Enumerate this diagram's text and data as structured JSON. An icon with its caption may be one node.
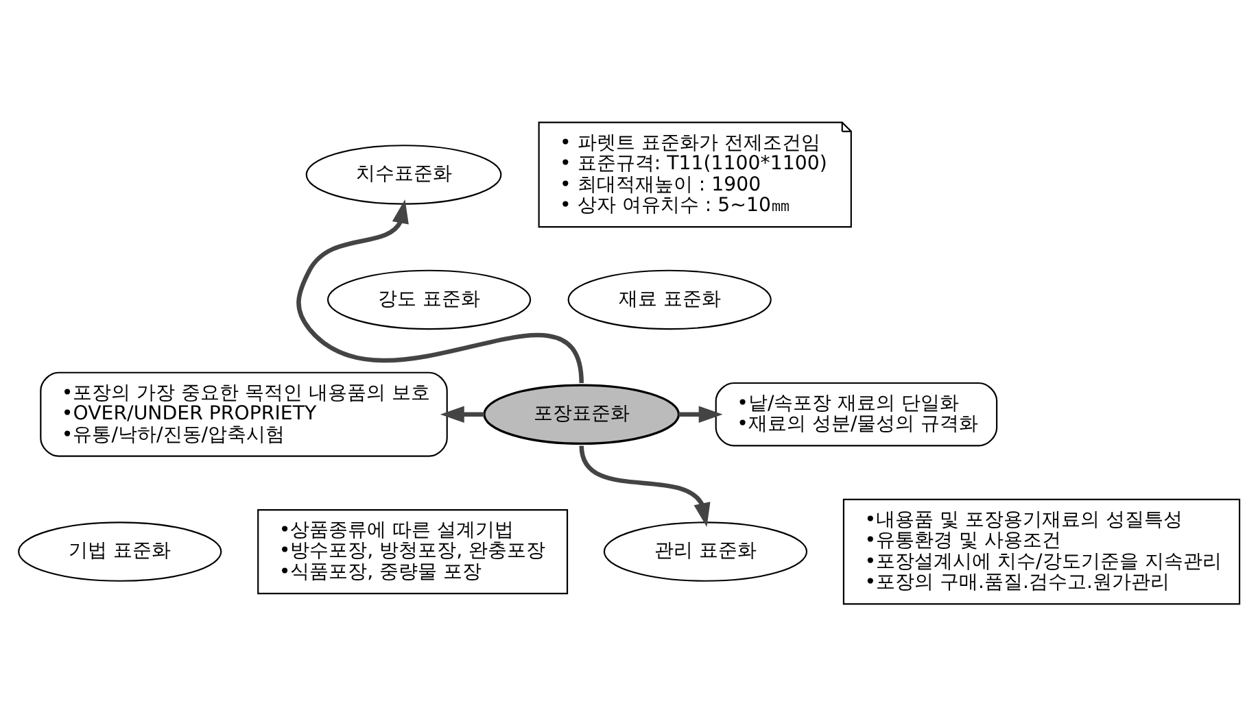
{
  "diagram": {
    "nodes": [
      {
        "text": [
          "포장표준화"
        ]
      },
      {
        "text": [
          "치수표준화"
        ]
      },
      {
        "text": [
          "• 파렛트 표준화가 전제조건임",
          "• 표준규격: T11(1100*1100)",
          "• 최대적재높이 : 1900",
          "• 상자 여유치수 : 5~10㎜"
        ]
      },
      {
        "text": [
          "강도 표준화"
        ]
      },
      {
        "text": [
          "•포장의 가장 중요한 목적인 내용품의 보호",
          "•OVER/UNDER PROPRIETY",
          "•유통/낙하/진동/압축시험"
        ]
      },
      {
        "text": [
          "재료 표준화"
        ]
      },
      {
        "text": [
          "•낱/속포장 재료의 단일화",
          "•재료의 성분/물성의 규격화"
        ]
      },
      {
        "text": [
          "관리 표준화"
        ]
      },
      {
        "text": [
          "•내용품 및 포장용기재료의 성질특성",
          "•유통환경 및 사용조건",
          "•포장설계시에 치수/강도기준을 지속관리",
          "•포장의 구매.품질.검수고.원가관리"
        ]
      },
      {
        "text": [
          "기법 표준화"
        ]
      },
      {
        "text": [
          "•상품종류에 따른 설계기법",
          "•방수포장, 방청포장, 완충포장",
          "•식품포장, 중량물 포장"
        ]
      }
    ],
    "edges": [
      {
        "from": 0,
        "to": 1,
        "arrow": "to"
      },
      {
        "from": 0,
        "to": 4,
        "arrow": "to"
      },
      {
        "from": 0,
        "to": 6,
        "arrow": "to"
      },
      {
        "from": 0,
        "to": 7,
        "arrow": "to"
      }
    ]
  }
}
